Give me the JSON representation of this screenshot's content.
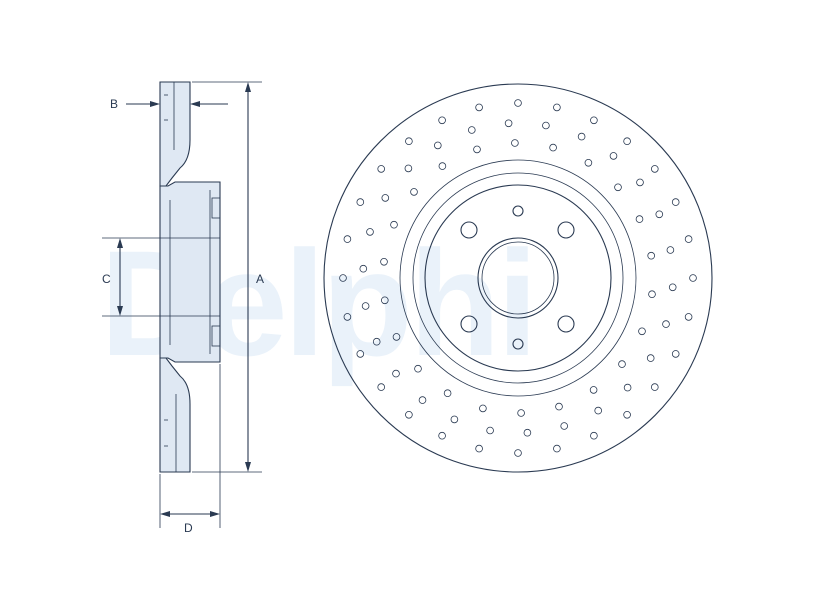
{
  "watermark": {
    "text": "Delphi"
  },
  "labels": {
    "a": "A",
    "b": "B",
    "c": "C",
    "d": "D"
  },
  "colors": {
    "line": "#2a3a52",
    "part_fill": "#dfe8f3",
    "watermark": "#eaf2fa"
  }
}
